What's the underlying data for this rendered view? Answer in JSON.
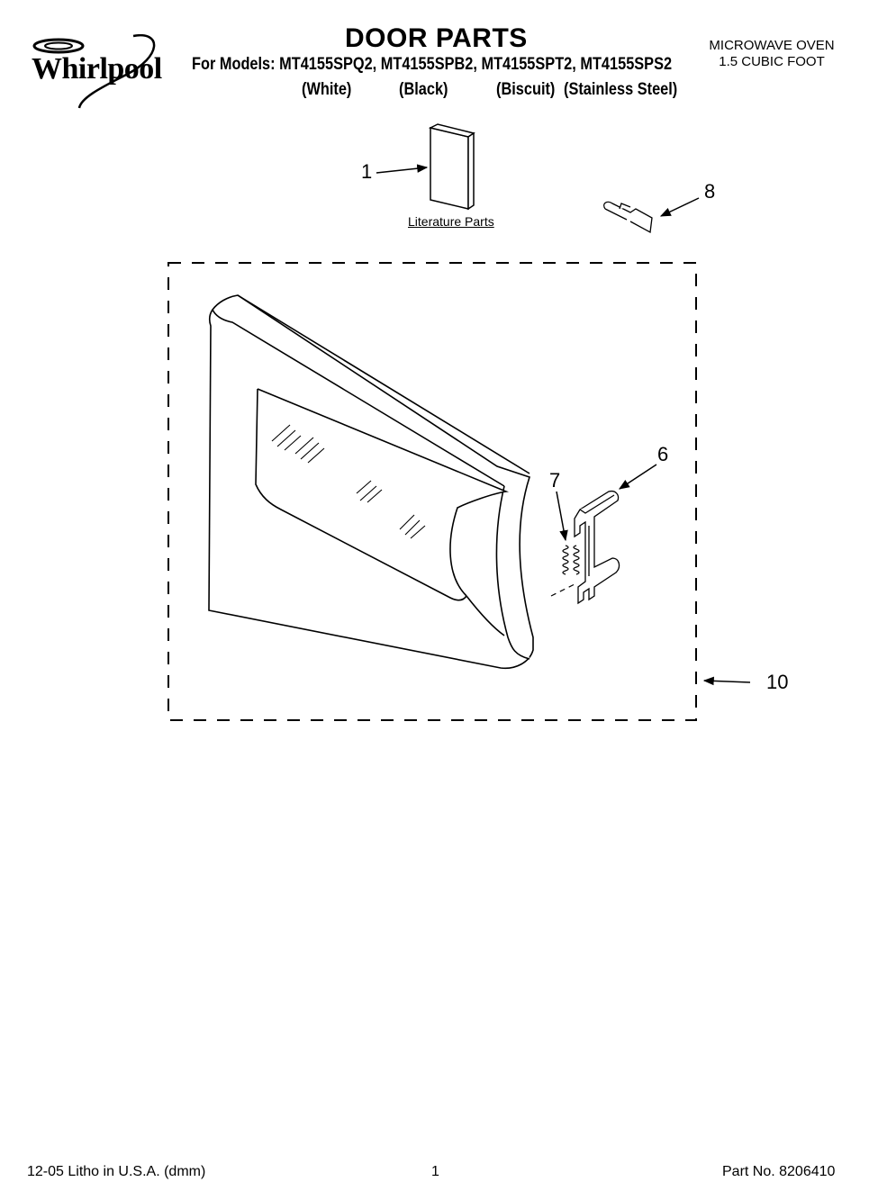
{
  "header": {
    "brand": "Whirlpool",
    "title": "DOOR PARTS",
    "models_line": "For Models: MT4155SPQ2, MT4155SPB2, MT4155SPT2, MT4155SPS2",
    "variants": [
      "(White)",
      "(Black)",
      "(Biscuit)",
      "(Stainless Steel)"
    ],
    "product_line1": "MICROWAVE OVEN",
    "product_line2": "1.5 CUBIC FOOT"
  },
  "diagram": {
    "literature_label": "Literature Parts",
    "callouts": [
      "1",
      "8",
      "6",
      "7",
      "10"
    ]
  },
  "footer": {
    "left": "12-05 Litho in U.S.A. (dmm)",
    "page": "1",
    "part_no": "Part No. 8206410"
  }
}
